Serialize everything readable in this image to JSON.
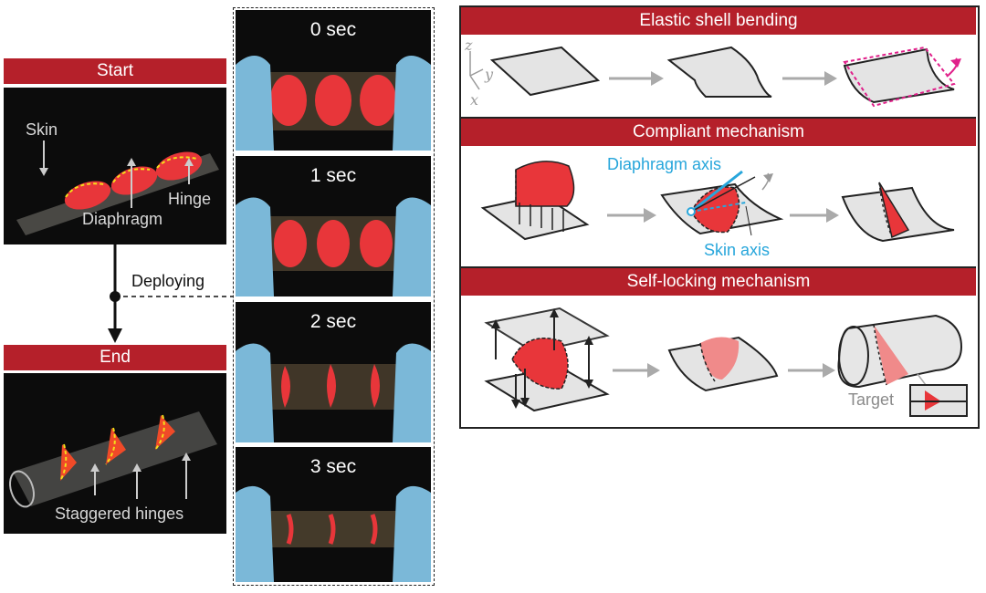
{
  "left": {
    "start_label": "Start",
    "end_label": "End",
    "deploying_label": "Deploying",
    "start_photo": {
      "skin": "Skin",
      "hinge": "Hinge",
      "diaphragm": "Diaphragm"
    },
    "end_photo": {
      "staggered": "Staggered hinges"
    }
  },
  "timeline": {
    "frames": [
      "0 sec",
      "1 sec",
      "2 sec",
      "3 sec"
    ]
  },
  "panels": {
    "elastic": {
      "title": "Elastic shell bending",
      "axes": {
        "z": "z",
        "y": "y",
        "x": "x"
      }
    },
    "compliant": {
      "title": "Compliant mechanism",
      "diaphragm_axis": "Diaphragm axis",
      "skin_axis": "Skin axis"
    },
    "selflocking": {
      "title": "Self-locking mechanism",
      "target": "Target"
    }
  },
  "colors": {
    "accent": "#b5202a",
    "diaphragm": "#e8363a",
    "axis_blue": "#27a6db",
    "magenta": "#e0208a"
  }
}
